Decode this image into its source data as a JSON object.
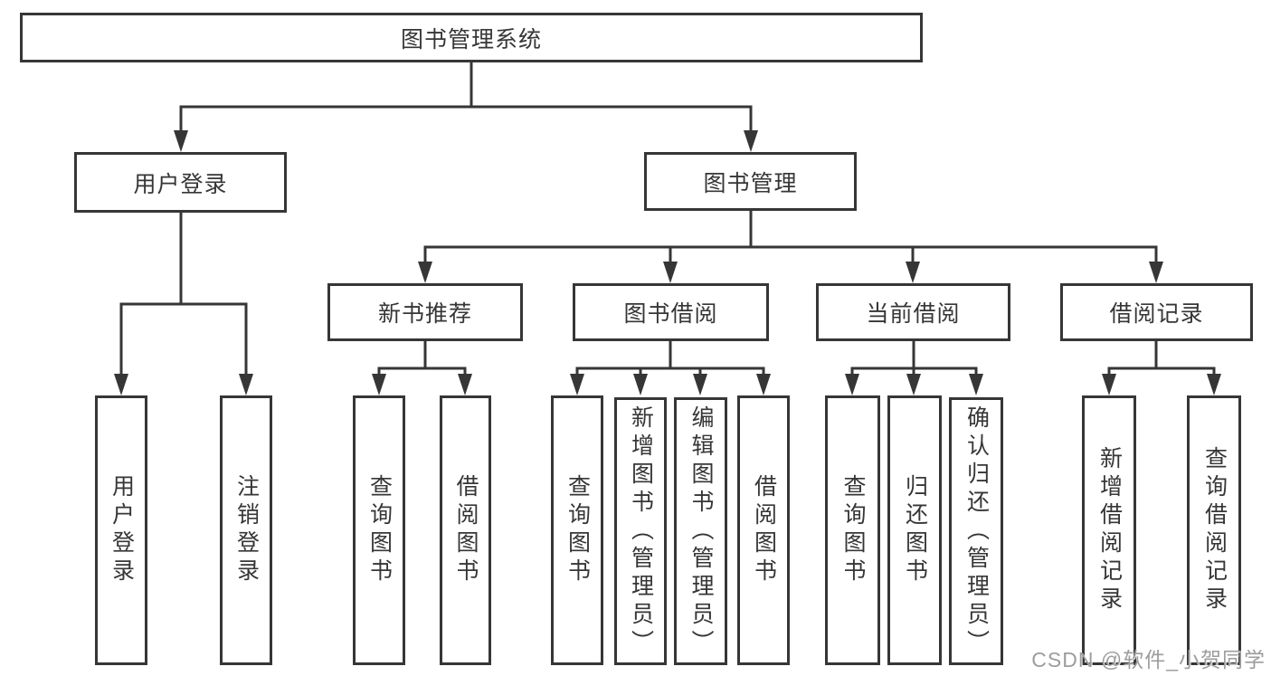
{
  "diagram": {
    "root": {
      "label": "图书管理系统"
    },
    "branches": [
      {
        "label": "用户登录",
        "children": [
          {
            "label": "用户登录"
          },
          {
            "label": "注销登录"
          }
        ]
      },
      {
        "label": "图书管理",
        "children": [
          {
            "label": "新书推荐",
            "children": [
              {
                "label": "查询图书"
              },
              {
                "label": "借阅图书"
              }
            ]
          },
          {
            "label": "图书借阅",
            "children": [
              {
                "label": "查询图书"
              },
              {
                "label": "新增图书（管理员）"
              },
              {
                "label": "编辑图书（管理员）"
              },
              {
                "label": "借阅图书"
              }
            ]
          },
          {
            "label": "当前借阅",
            "children": [
              {
                "label": "查询图书"
              },
              {
                "label": "归还图书"
              },
              {
                "label": "确认归还（管理员）"
              }
            ]
          },
          {
            "label": "借阅记录",
            "children": [
              {
                "label": "新增借阅记录"
              },
              {
                "label": "查询借阅记录"
              }
            ]
          }
        ]
      }
    ]
  },
  "watermark": {
    "text": "CSDN @软件_小贺同学"
  },
  "colors": {
    "line": "#363636",
    "text": "#363636",
    "box_bg": "#ffffff",
    "page_bg": "#ffffff",
    "watermark": "#9d9d9d"
  }
}
